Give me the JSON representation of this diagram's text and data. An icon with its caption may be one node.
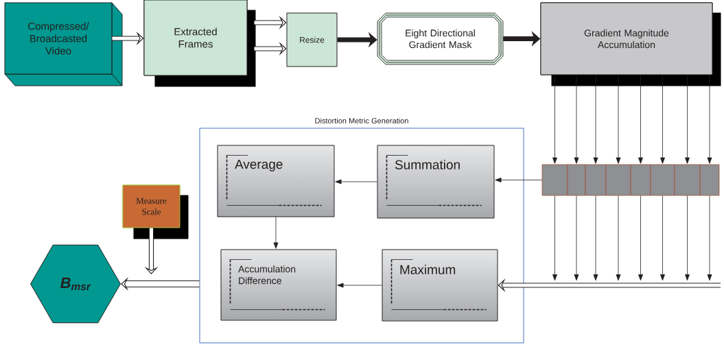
{
  "diagram": {
    "nodes": [
      {
        "text": [
          "Compressed/ Broadcasted Video"
        ]
      },
      {
        "text": [
          "Extracted Frames"
        ]
      },
      {
        "text": [
          "Resize"
        ]
      },
      {
        "text": [
          "Eight Directional Gradient Mask"
        ]
      },
      {
        "text": [
          "Gradient Magnitude Accumulation"
        ]
      },
      {
        "text": [
          "Distortion Metric Generation"
        ]
      },
      {
        "text": [
          "Average"
        ],
        "in": 5
      },
      {
        "text": [
          "Summation"
        ],
        "in": 5
      },
      {
        "text": [
          "Accumulation Difference"
        ],
        "in": 5
      },
      {
        "text": [
          "Maximum"
        ],
        "in": 5
      },
      {
        "text": [],
        "shape": "box"
      },
      {
        "text": [],
        "shape": "box"
      },
      {
        "text": [],
        "shape": "box"
      },
      {
        "text": [],
        "shape": "box"
      },
      {
        "text": [],
        "shape": "box"
      },
      {
        "text": [],
        "shape": "box"
      },
      {
        "text": [],
        "shape": "box"
      },
      {
        "text": [],
        "shape": "box"
      },
      {
        "text": [
          "Measure Scale"
        ]
      },
      {
        "text": [
          "B$_{msr}$"
        ]
      }
    ],
    "edges": [
      {
        "from": 0,
        "to": 1,
        "arrow": "to",
        "style": "thick"
      },
      {
        "from": 1,
        "to": 2,
        "arrow": "to",
        "style": "thick"
      },
      {
        "from": 1,
        "to": 2,
        "arrow": "to",
        "style": "thick"
      },
      {
        "from": 2,
        "to": 3,
        "arrow": "to",
        "style": "thick",
        "color": "#231f20"
      },
      {
        "from": 3,
        "to": 4,
        "arrow": "to",
        "style": "thick",
        "color": "#231f20"
      },
      {
        "from": 4,
        "to": 10,
        "arrow": "to"
      },
      {
        "from": 4,
        "to": 11,
        "arrow": "to"
      },
      {
        "from": 4,
        "to": 12,
        "arrow": "to"
      },
      {
        "from": 4,
        "to": 13,
        "arrow": "to"
      },
      {
        "from": 4,
        "to": 14,
        "arrow": "to"
      },
      {
        "from": 4,
        "to": 15,
        "arrow": "to"
      },
      {
        "from": 4,
        "to": 16,
        "arrow": "to"
      },
      {
        "from": 4,
        "to": 17,
        "arrow": "to"
      },
      {
        "from": 10,
        "to": null,
        "arrow": "to"
      },
      {
        "from": 11,
        "to": null,
        "arrow": "to"
      },
      {
        "from": 12,
        "to": null,
        "arrow": "to"
      },
      {
        "from": 13,
        "to": null,
        "arrow": "to"
      },
      {
        "from": 14,
        "to": null,
        "arrow": "to"
      },
      {
        "from": 15,
        "to": null,
        "arrow": "to"
      },
      {
        "from": 16,
        "to": null,
        "arrow": "to"
      },
      {
        "from": 17,
        "to": null,
        "arrow": "to"
      },
      {
        "from": null,
        "to": 9,
        "arrow": "to",
        "style": "thick"
      },
      {
        "from": 10,
        "to": 7,
        "arrow": "to"
      },
      {
        "from": 7,
        "to": 6,
        "arrow": "to"
      },
      {
        "from": 6,
        "to": 8,
        "arrow": "to"
      },
      {
        "from": 9,
        "to": 8,
        "arrow": "to"
      },
      {
        "from": 5,
        "to": 19,
        "arrow": "to",
        "style": "thick"
      },
      {
        "from": 18,
        "to": null,
        "arrow": "to",
        "style": "thick"
      }
    ]
  }
}
